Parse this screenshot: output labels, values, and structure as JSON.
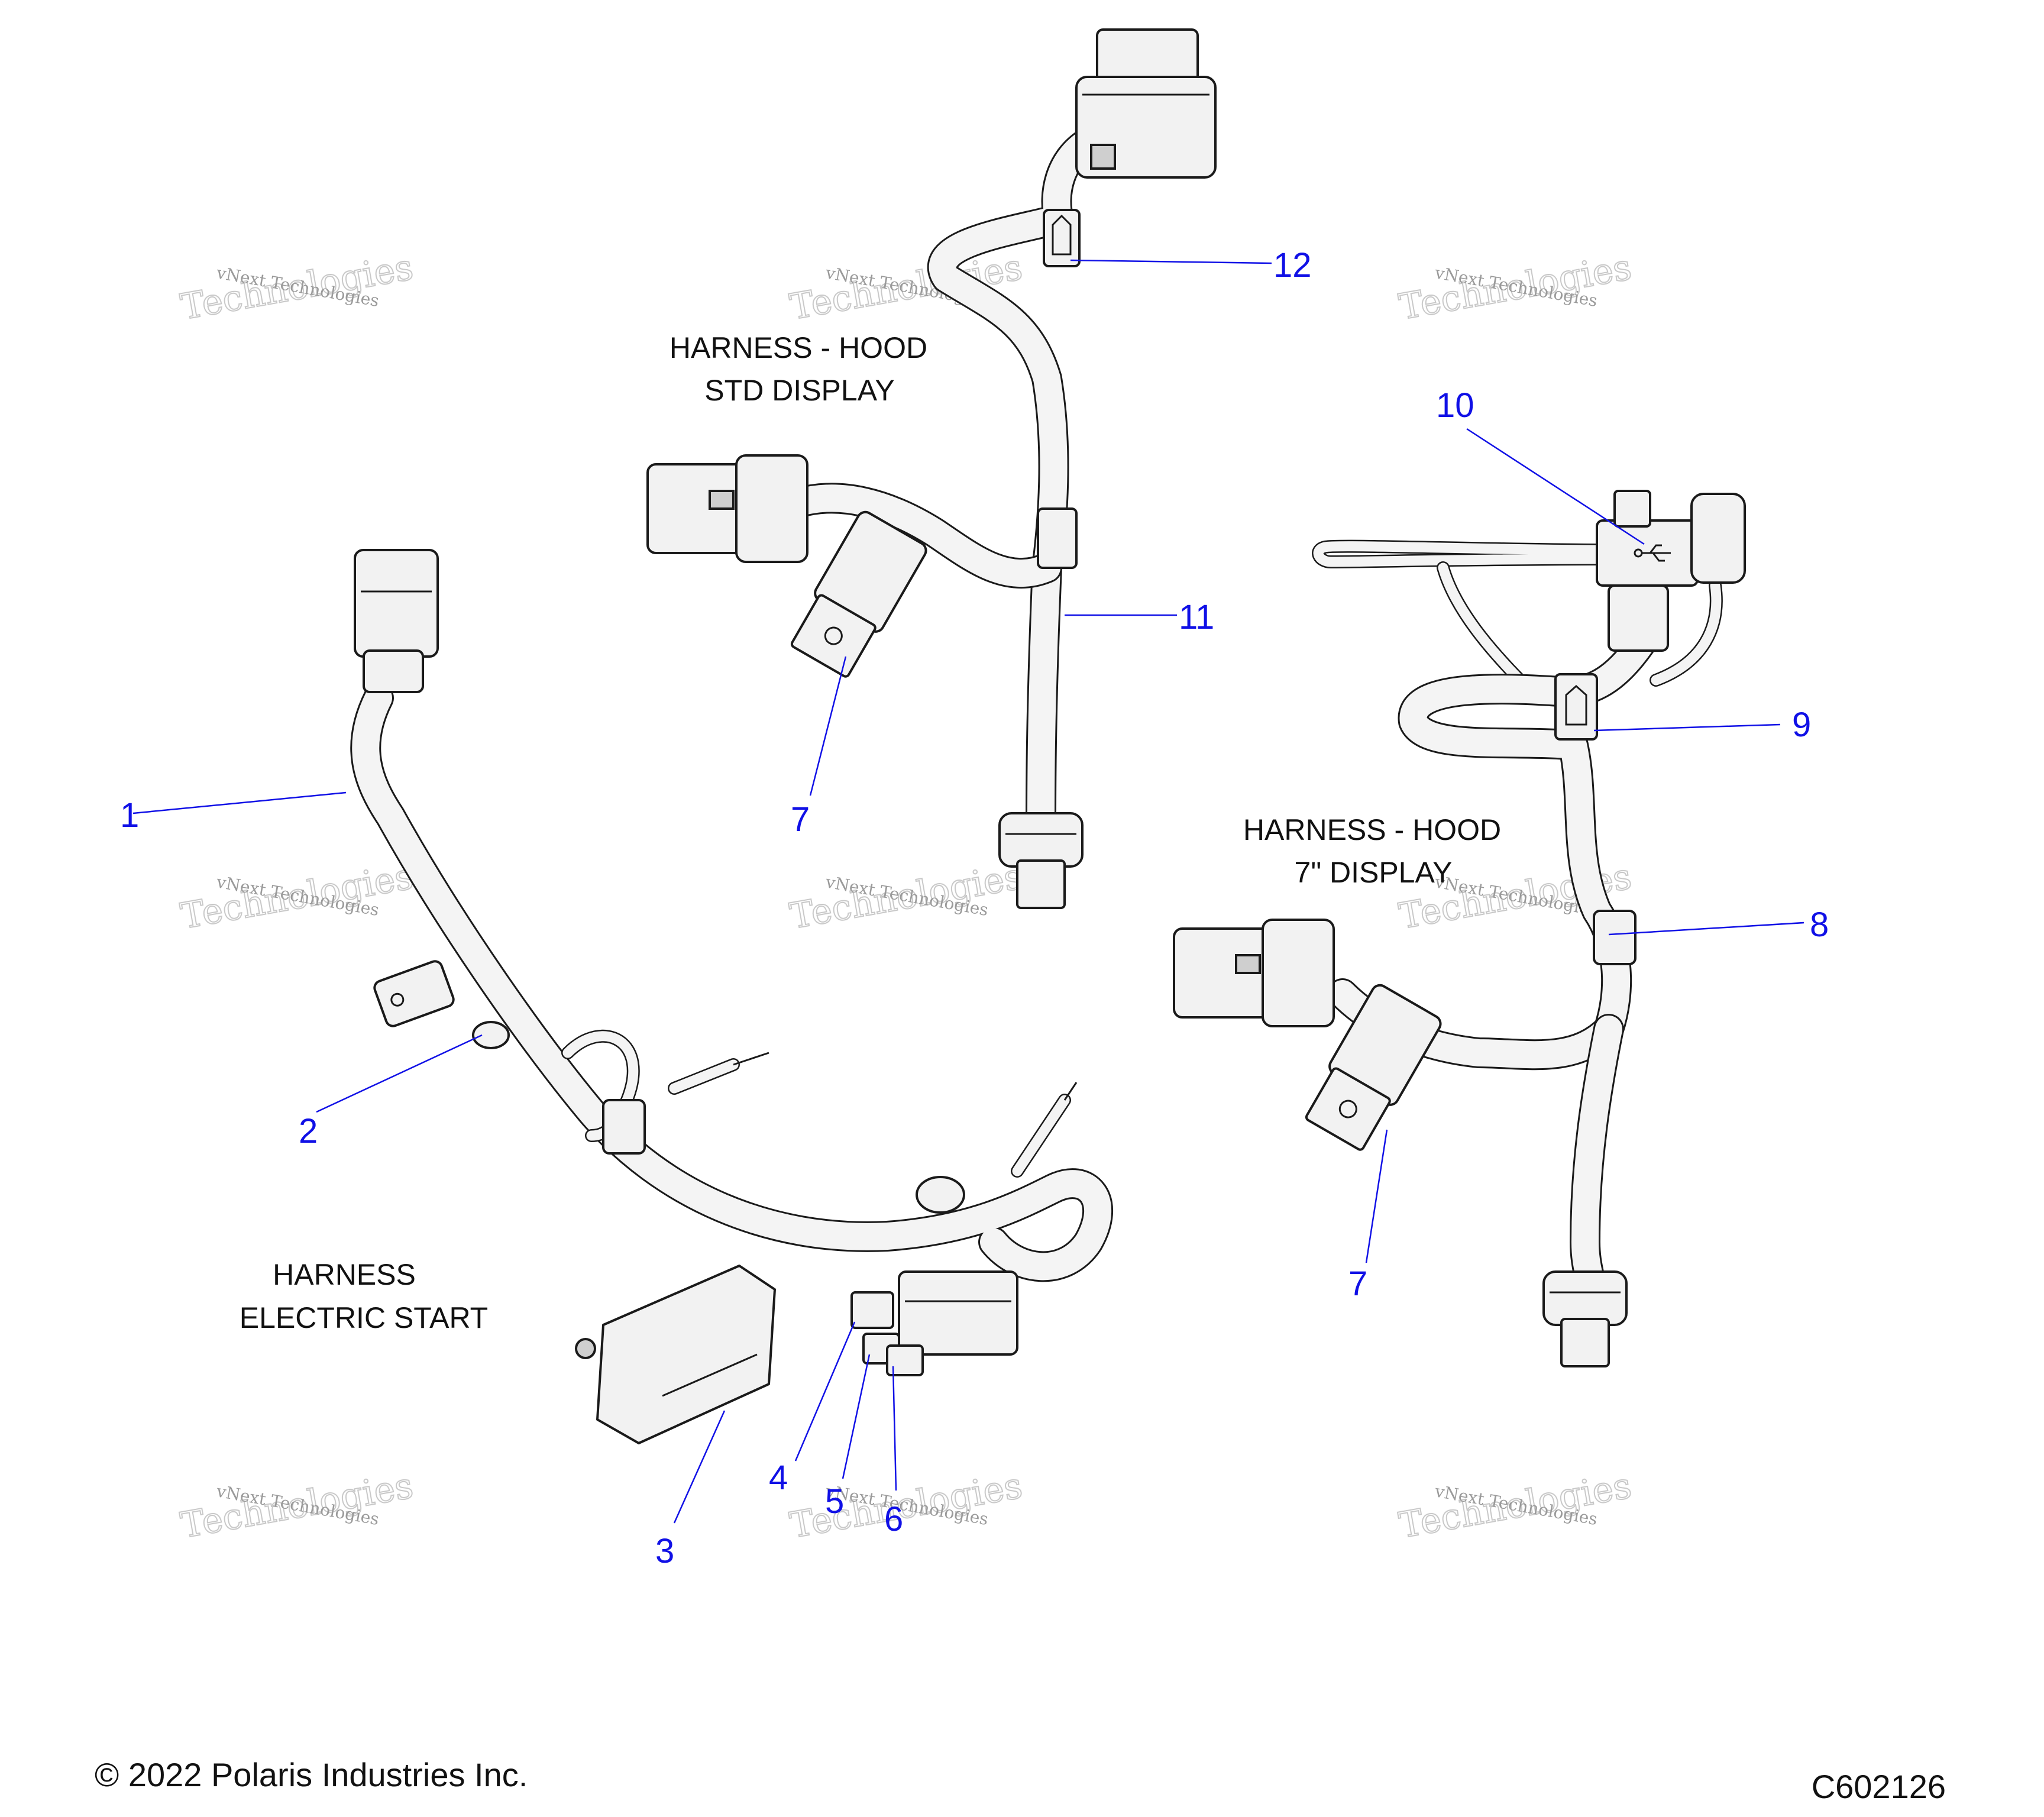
{
  "watermark": {
    "line1": "vNext Technologies",
    "line2": "Technologies",
    "line3": "vNext"
  },
  "assemblies": {
    "hood_std_display": {
      "line1": "HARNESS - HOOD",
      "line2": "STD DISPLAY"
    },
    "hood_7in_display": {
      "line1": "HARNESS - HOOD",
      "line2": "7\" DISPLAY"
    },
    "electric_start": {
      "line1": "HARNESS",
      "line2": "ELECTRIC START"
    }
  },
  "callouts": {
    "c1": "1",
    "c2": "2",
    "c3": "3",
    "c4": "4",
    "c5": "5",
    "c6": "6",
    "c7a": "7",
    "c7b": "7",
    "c8": "8",
    "c9": "9",
    "c10": "10",
    "c11": "11",
    "c12": "12"
  },
  "footer": {
    "copyright": "© 2022 Polaris Industries Inc.",
    "figure_code": "C602126"
  },
  "colors": {
    "callout": "#1010e6",
    "line_art": "#1a1a1a",
    "background": "#ffffff"
  }
}
